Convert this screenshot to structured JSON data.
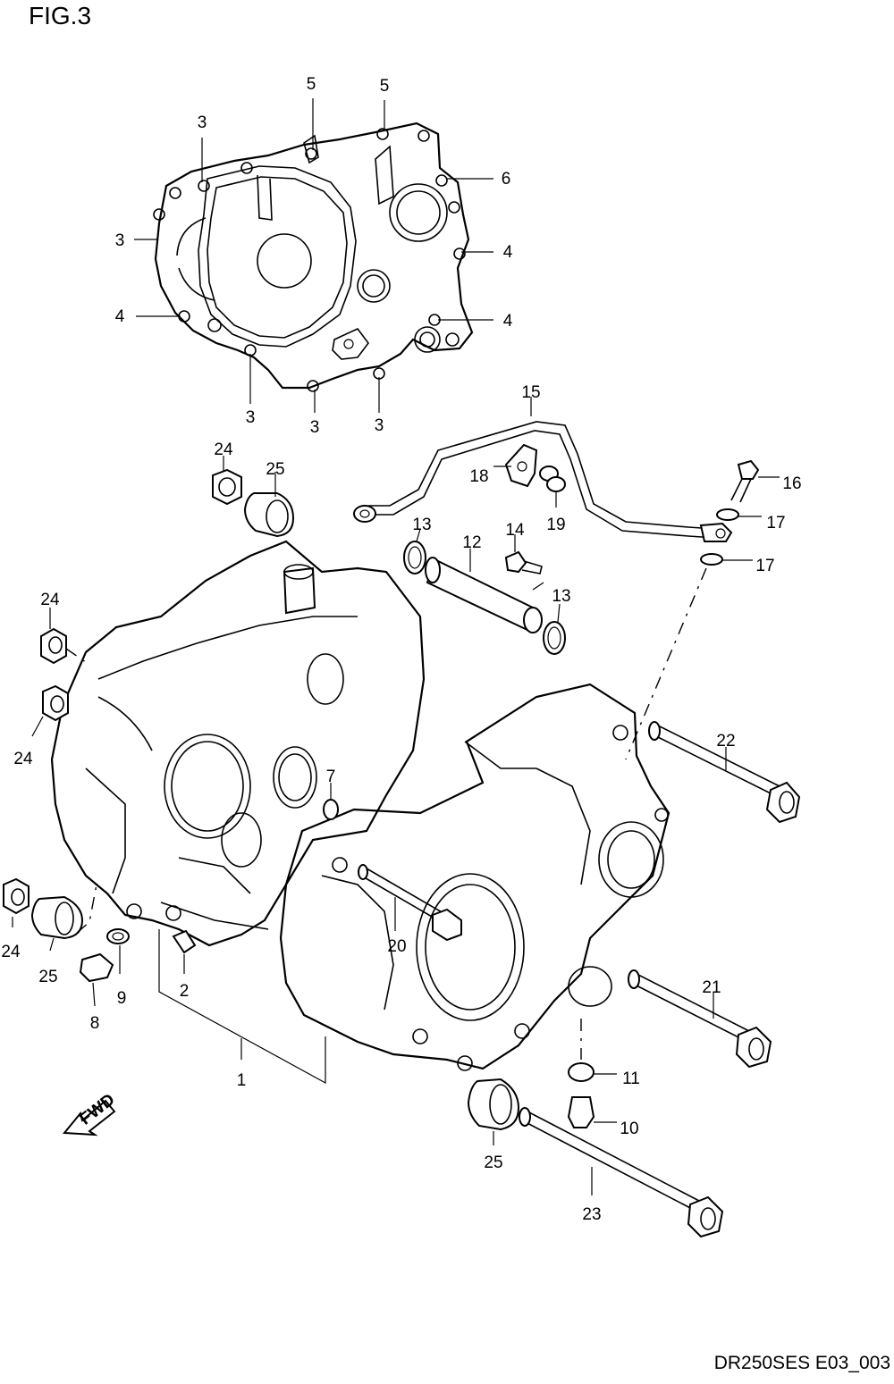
{
  "figure": {
    "title": "FIG.3",
    "code": "DR250SES E03_003"
  },
  "fwd_label": "FWD",
  "callouts": {
    "gasket": [
      "3",
      "5",
      "5",
      "3",
      "6",
      "3",
      "4",
      "4",
      "4",
      "3",
      "3",
      "3"
    ],
    "main": [
      "15",
      "18",
      "19",
      "16",
      "17",
      "17",
      "24",
      "25",
      "13",
      "12",
      "14",
      "13",
      "24",
      "24",
      "22",
      "7",
      "24",
      "25",
      "9",
      "8",
      "2",
      "20",
      "1",
      "21",
      "11",
      "10",
      "25",
      "23"
    ]
  }
}
